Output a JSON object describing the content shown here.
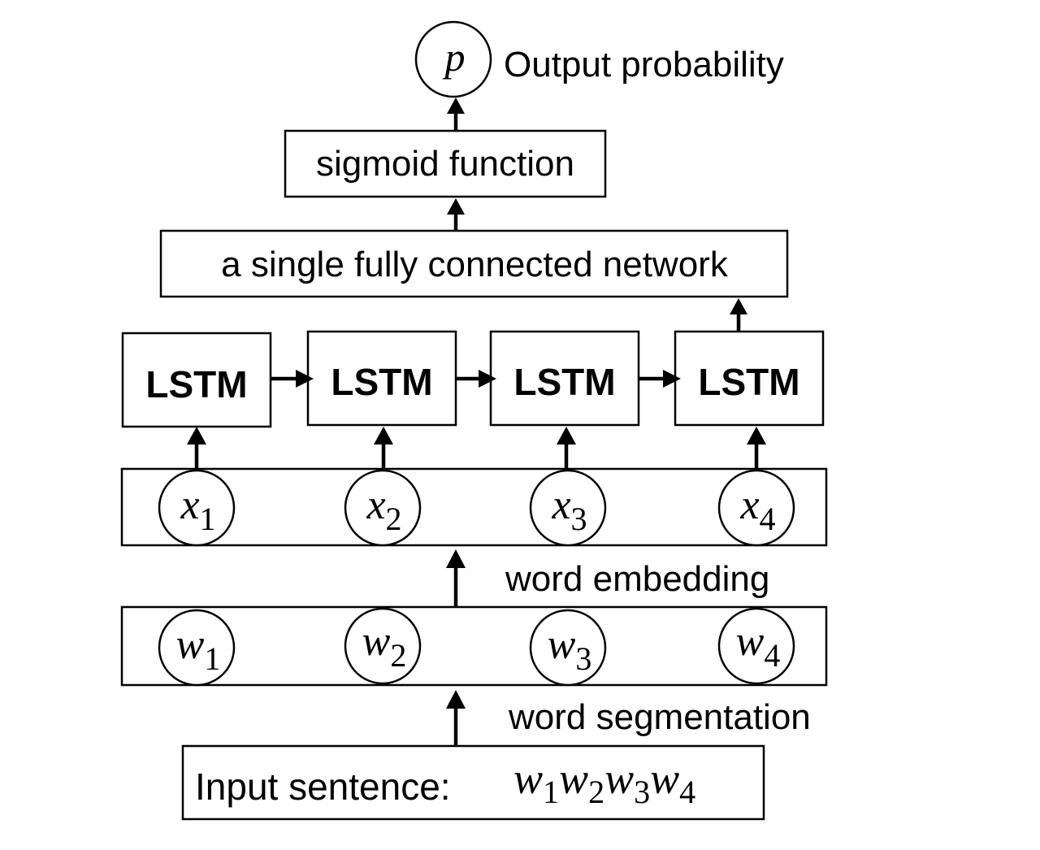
{
  "output": {
    "symbol": "p",
    "label": "Output probability"
  },
  "sigmoid": {
    "label": "sigmoid function"
  },
  "fc": {
    "label": "a single fully connected network"
  },
  "lstm": {
    "cells": [
      "LSTM",
      "LSTM",
      "LSTM",
      "LSTM"
    ]
  },
  "embedding": {
    "label": "word embedding",
    "nodes": [
      {
        "symbol": "x",
        "index": "1"
      },
      {
        "symbol": "x",
        "index": "2"
      },
      {
        "symbol": "x",
        "index": "3"
      },
      {
        "symbol": "x",
        "index": "4"
      }
    ]
  },
  "segmentation": {
    "label": "word segmentation",
    "nodes": [
      {
        "symbol": "w",
        "index": "1"
      },
      {
        "symbol": "w",
        "index": "2"
      },
      {
        "symbol": "w",
        "index": "3"
      },
      {
        "symbol": "w",
        "index": "4"
      }
    ]
  },
  "input": {
    "label": "Input sentence:",
    "tokens": [
      {
        "symbol": "w",
        "index": "1"
      },
      {
        "symbol": "w",
        "index": "2"
      },
      {
        "symbol": "w",
        "index": "3"
      },
      {
        "symbol": "w",
        "index": "4"
      }
    ]
  },
  "colors": {
    "stroke": "#000000",
    "background": "#ffffff"
  }
}
